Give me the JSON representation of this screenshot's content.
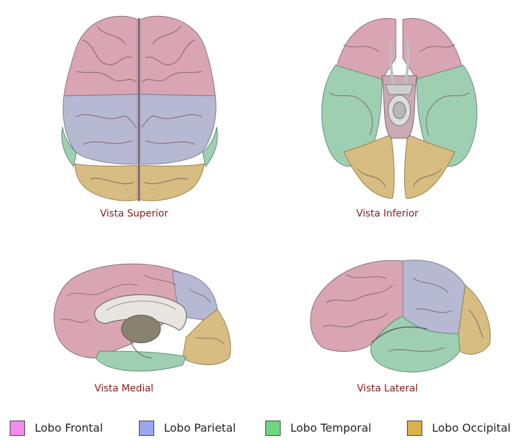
{
  "views": {
    "superior": {
      "caption": "Vista Superior"
    },
    "inferior": {
      "caption": "Vista Inferior"
    },
    "medial": {
      "caption": "Vista Medial"
    },
    "lateral": {
      "caption": "Vista Lateral"
    }
  },
  "legend": [
    {
      "label": "Lobo Frontal",
      "color": "#f08cf0"
    },
    {
      "label": "Lobo Parietal",
      "color": "#9aa6ee"
    },
    {
      "label": "Lobo Temporal",
      "color": "#6fd67f"
    },
    {
      "label": "Lobo Occipital",
      "color": "#d9b24a"
    }
  ],
  "lobe_colors": {
    "frontal": "#d9a5b3",
    "parietal": "#b7b9d2",
    "temporal": "#9fcfb2",
    "occipital": "#d7bd82"
  }
}
